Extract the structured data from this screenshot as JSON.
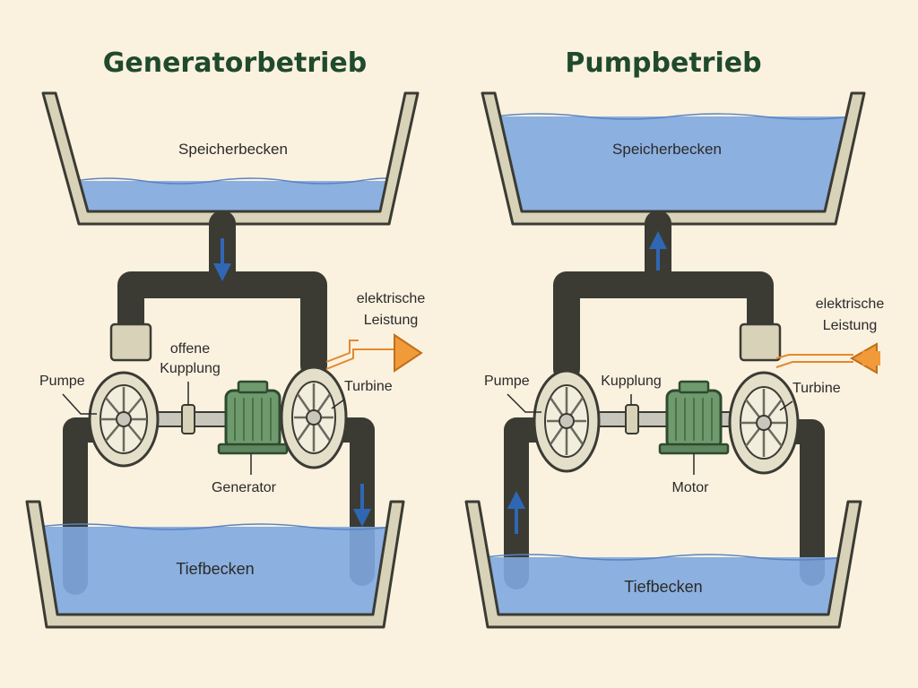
{
  "colors": {
    "background": "#fbf1df",
    "water": "#7fa9df",
    "pipe_wall": "#d8d3b8",
    "motor_green": "#6f9a6e",
    "flow_arrow": "#2f67b5",
    "power_arrow": "#f09a3a",
    "title": "#1f4a2c"
  },
  "icons": [
    "water-pump-icon",
    "turbine-icon",
    "generator-icon",
    "motor-icon",
    "coupling-icon",
    "flow-arrow-icon",
    "power-arrow-icon"
  ],
  "left": {
    "title": "Generatorbetrieb",
    "upper_pool": "Speicherbecken",
    "lower_pool": "Tiefbecken",
    "pump": "Pumpe",
    "coupling_line1": "offene",
    "coupling_line2": "Kupplung",
    "turbine": "Turbine",
    "machine": "Generator",
    "power_line1": "elektrische",
    "power_line2": "Leistung",
    "power_direction": "out"
  },
  "right": {
    "title": "Pumpbetrieb",
    "upper_pool": "Speicherbecken",
    "lower_pool": "Tiefbecken",
    "pump": "Pumpe",
    "coupling_line1": "Kupplung",
    "turbine": "Turbine",
    "machine": "Motor",
    "power_line1": "elektrische",
    "power_line2": "Leistung",
    "power_direction": "in"
  }
}
